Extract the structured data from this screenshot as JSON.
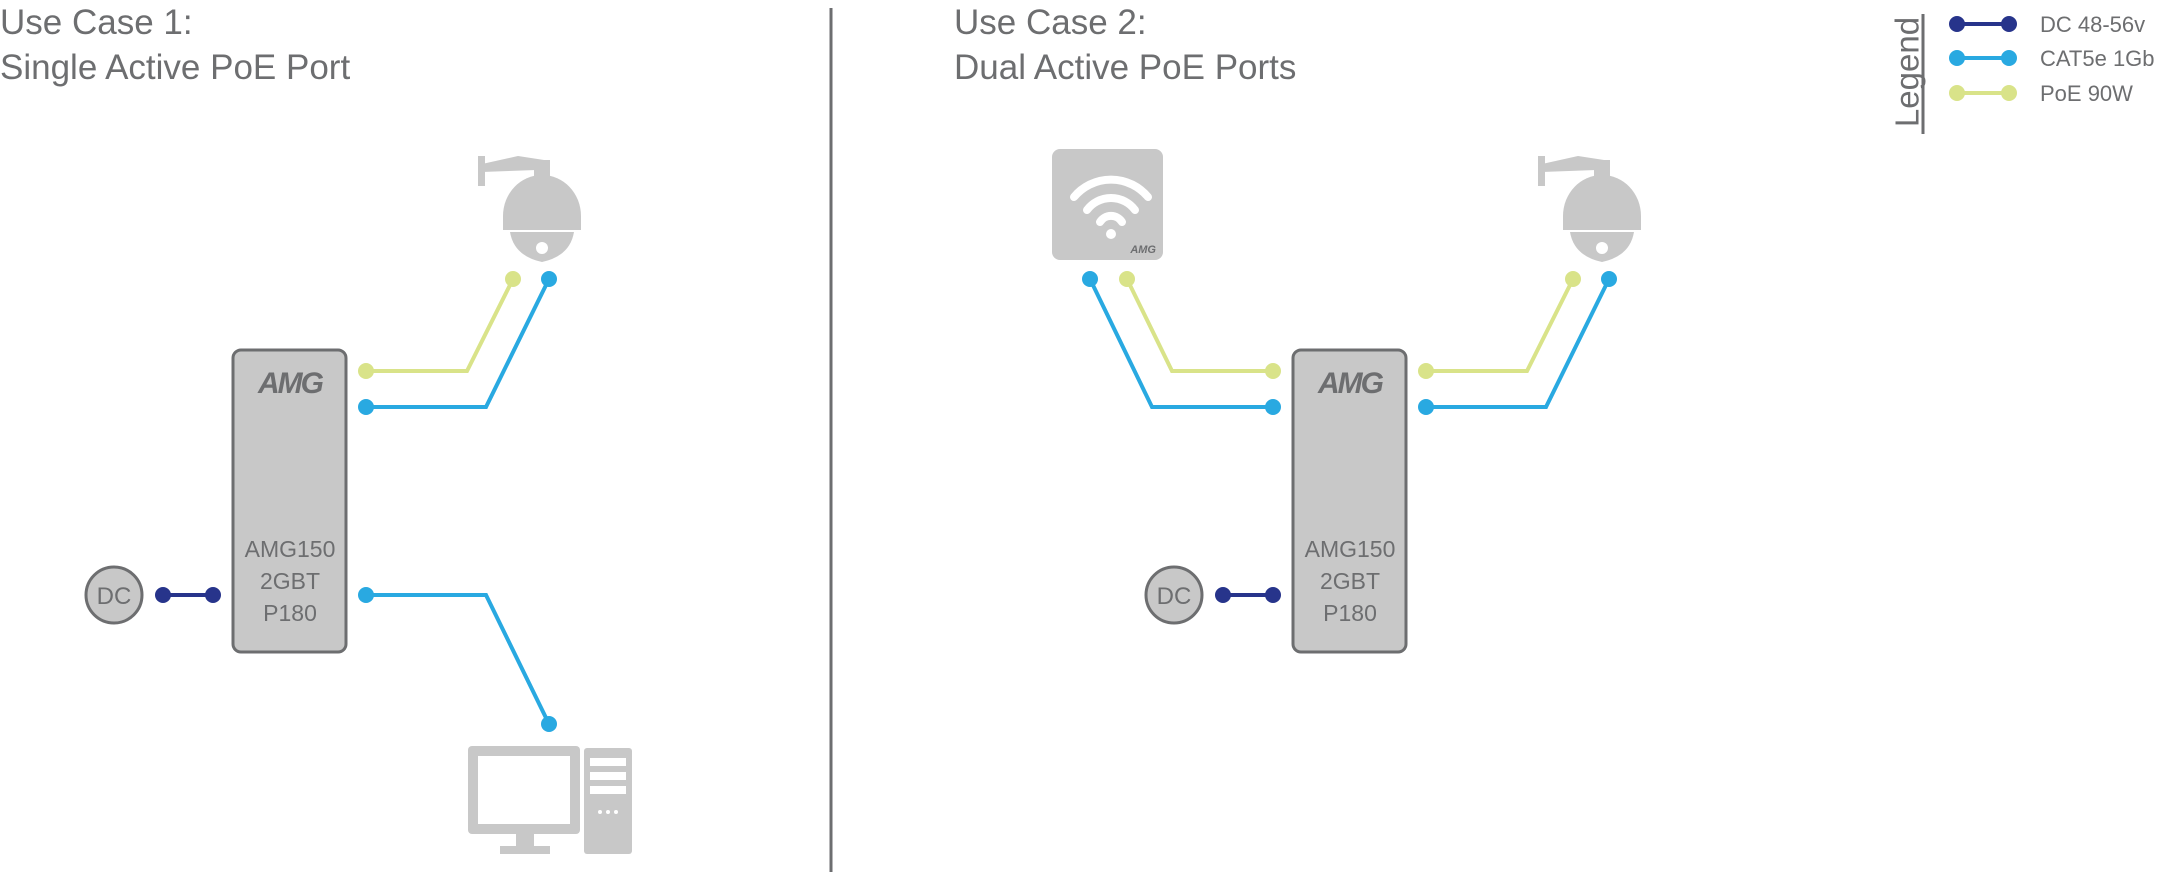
{
  "use_case_1": {
    "line1": "Use Case 1:",
    "line2": "Single Active PoE Port"
  },
  "use_case_2": {
    "line1": "Use Case 2:",
    "line2": "Dual Active PoE Ports"
  },
  "legend": {
    "title": "Legend",
    "items": [
      {
        "label": "DC 48-56v",
        "color": "#27348b"
      },
      {
        "label": "CAT5e 1Gb",
        "color": "#29a9e1"
      },
      {
        "label": "PoE 90W",
        "color": "#d9e389"
      }
    ]
  },
  "device": {
    "brand": "AMG",
    "model_line1": "AMG150",
    "model_line2": "2GBT",
    "model_line3": "P180"
  },
  "dc_source": {
    "label": "DC"
  },
  "access_point": {
    "brand": "AMG"
  },
  "icons": [
    "ptz-camera-icon",
    "desktop-computer-icon",
    "wifi-access-point-icon",
    "dc-power-icon"
  ],
  "colors": {
    "device_fill": "#c8c8c8",
    "device_stroke": "#6d6e70",
    "icon_gray": "#c8c8c8",
    "divider": "#6d6e70"
  }
}
